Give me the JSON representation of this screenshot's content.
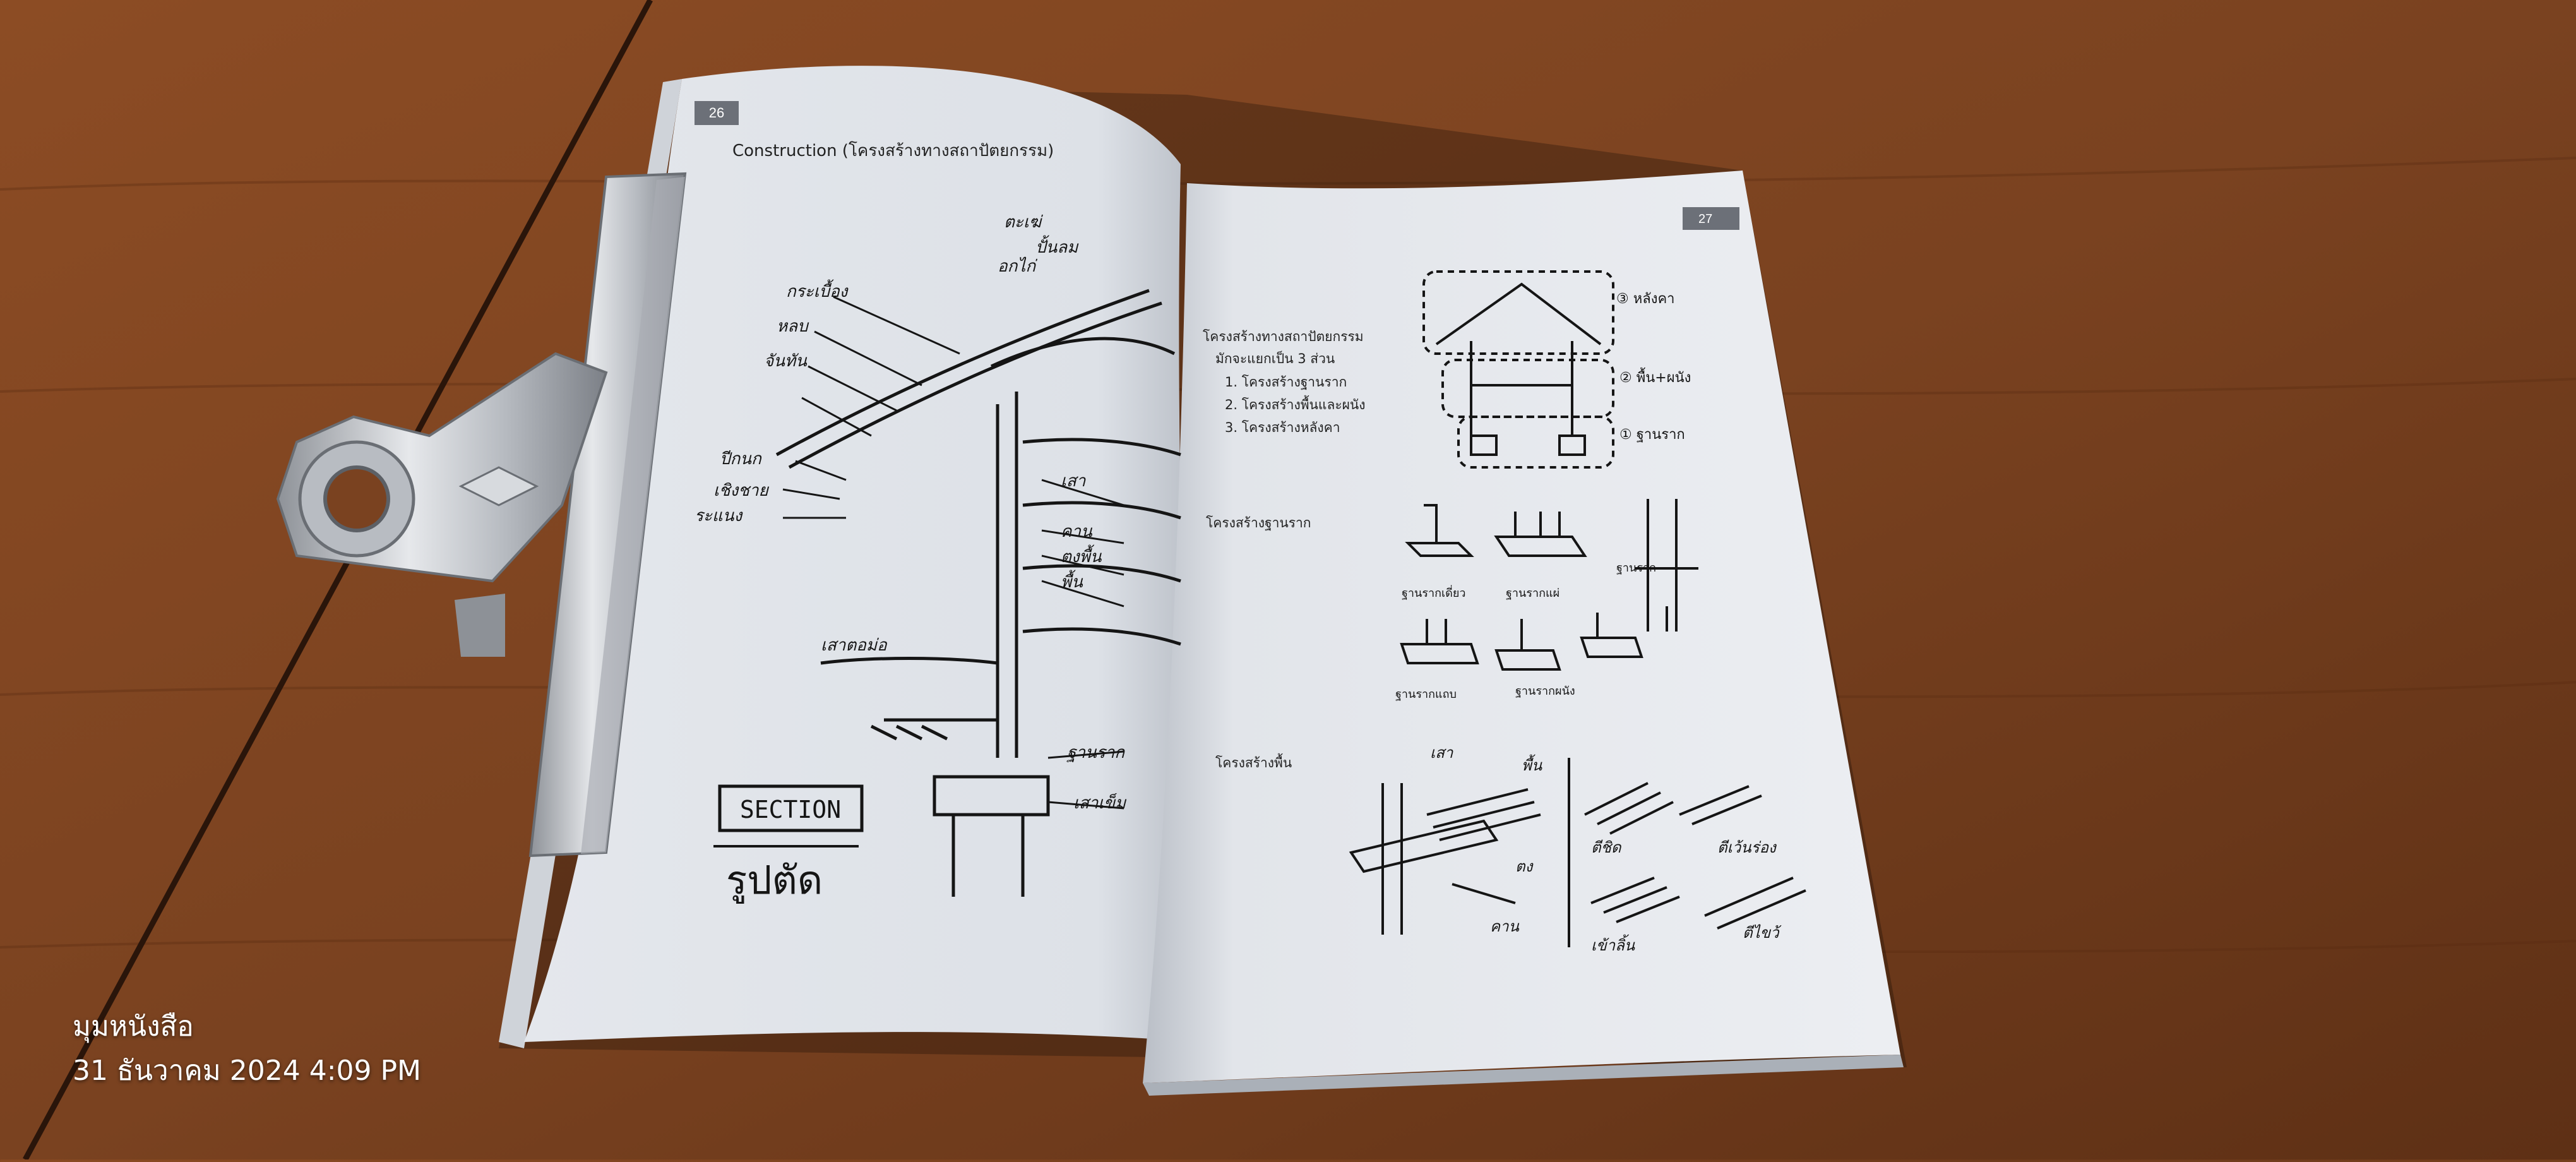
{
  "photo": {
    "subject": "Open book with architectural construction sketches held by a metal clip on a wooden table",
    "stamp": {
      "location": "มุมหนังสือ",
      "datetime": "31 ธันวาคม 2024 4:09 PM"
    }
  },
  "book": {
    "left_page": {
      "page_number": "26",
      "header": "Construction (โครงสร้างทางสถาปัตยกรรม)",
      "section_label": "SECTION",
      "section_thai": "รูปตัด",
      "annotations": [
        "ตะเฆ่",
        "ปั้นลม",
        "กระเบื้อง",
        "หลบ",
        "จันทัน",
        "อกไก่",
        "ปีกนก",
        "เชิงชาย",
        "ระแนง",
        "เสา",
        "คาน",
        "ตงพื้น",
        "พื้น",
        "ฐานราก",
        "เสาเข็ม",
        "เสาตอม่อ"
      ]
    },
    "right_page": {
      "page_number": "27",
      "intro_title": "โครงสร้างทางสถาปัตยกรรม",
      "intro_sub": "มักจะแยกเป็น 3 ส่วน",
      "list": [
        "1.  โครงสร้างฐานราก",
        "2.  โครงสร้างพื้นและผนัง",
        "3.  โครงสร้างหลังคา"
      ],
      "house_labels": [
        "③ หลังคา",
        "② พื้น+ผนัง",
        "① ฐานราก"
      ],
      "foundation_title": "โครงสร้างฐานราก",
      "foundation_labels": [
        "ฐานรากเดี่ยว",
        "ฐานรากแผ่",
        "ฐานราก",
        "ฐานรากแถบ",
        "ฐานรากผนัง"
      ],
      "floor_title": "โครงสร้างพื้น",
      "floor_labels": [
        "เสา",
        "พื้น",
        "ตง",
        "คาน",
        "ตีชิด",
        "ตีเว้นร่อง",
        "เข้าลิ้น",
        "ตีไขว้"
      ]
    }
  },
  "colors": {
    "table": "#7a4220",
    "paper": "#e8ebf0",
    "ink": "#1a1a1a",
    "clip": "#c9ccd1"
  }
}
